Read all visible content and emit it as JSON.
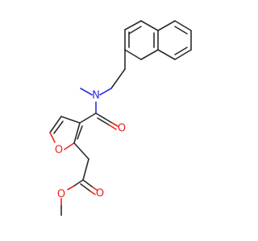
{
  "molecule": {
    "atoms": {
      "N": {
        "label": "N",
        "color": "#2a30e0"
      },
      "O_amide": {
        "label": "O",
        "color": "#e8231c"
      },
      "O_furan": {
        "label": "O",
        "color": "#e8231c"
      },
      "O_carbonyl": {
        "label": "O",
        "color": "#e8231c"
      },
      "O_ester": {
        "label": "O",
        "color": "#e8231c"
      }
    },
    "bond_color": "#2b2b2b"
  }
}
